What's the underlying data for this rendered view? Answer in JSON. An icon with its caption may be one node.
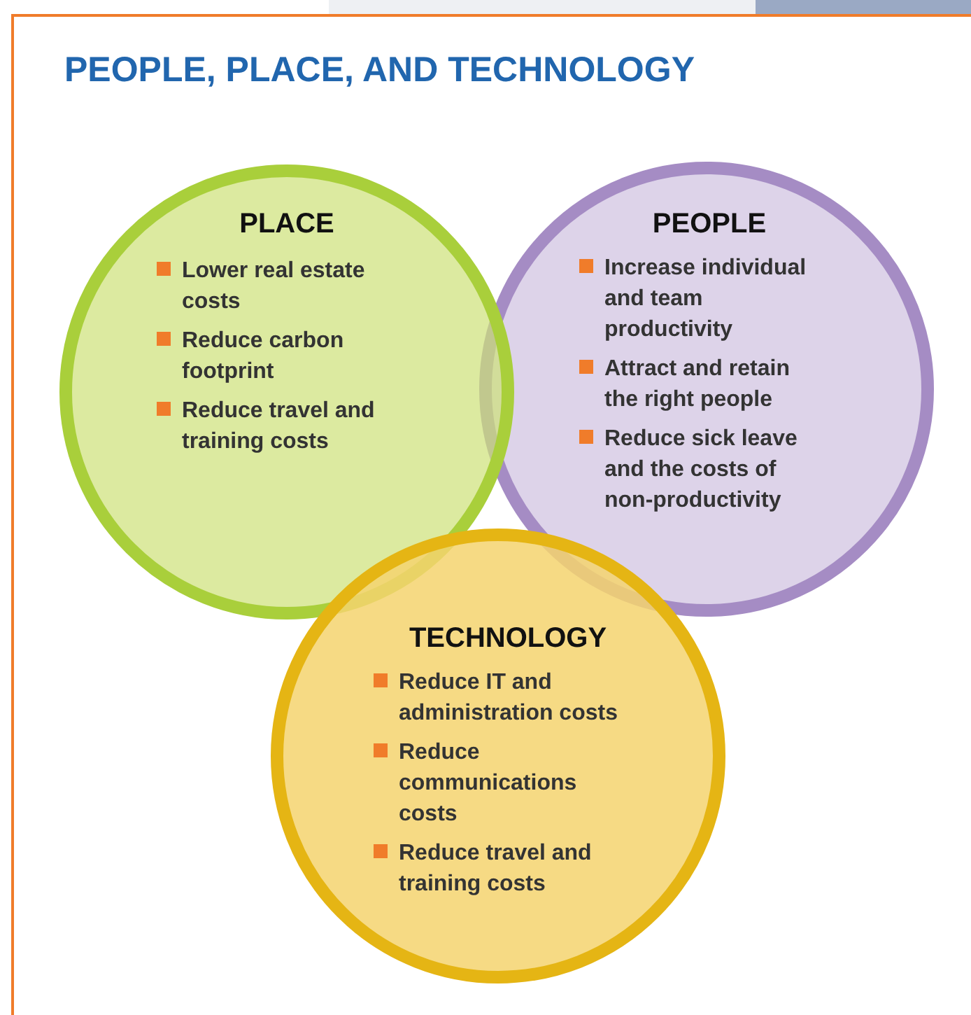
{
  "diagram": {
    "title": "PEOPLE, PLACE, AND TECHNOLOGY",
    "nodes": [
      {
        "text": [
          "PLACE",
          "Lower real estate costs",
          "Reduce carbon footprint",
          "Reduce travel and training costs"
        ]
      },
      {
        "text": [
          "PEOPLE",
          "Increase individual and team productivity",
          "Attract and retain the right people",
          "Reduce sick leave and the costs of non-productivity"
        ]
      },
      {
        "text": [
          "TECHNOLOGY",
          "Reduce IT and administration costs",
          "Reduce communications costs",
          "Reduce travel and training costs"
        ]
      }
    ],
    "edges": []
  }
}
